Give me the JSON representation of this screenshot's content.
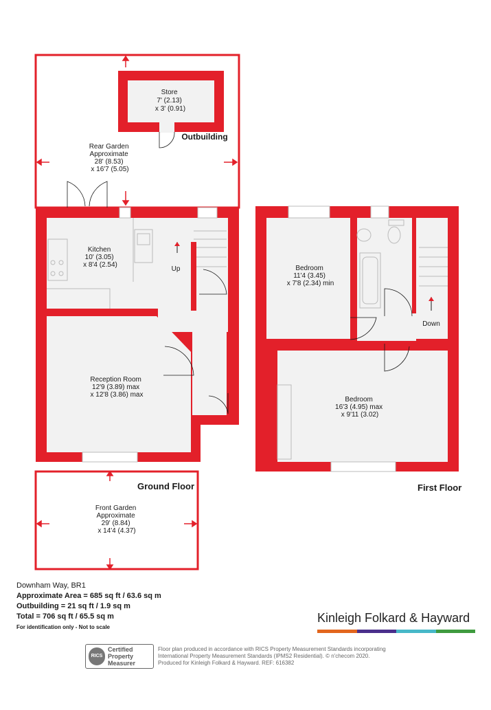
{
  "rooms": {
    "store": [
      "Store",
      "7' (2.13)",
      "x 3' (0.91)"
    ],
    "outbuilding": "Outbuilding",
    "rear_garden": [
      "Rear Garden",
      "Approximate",
      "28' (8.53)",
      "x 16'7 (5.05)"
    ],
    "kitchen": [
      "Kitchen",
      "10' (3.05)",
      "x 8'4 (2.54)"
    ],
    "up": "Up",
    "reception": [
      "Reception Room",
      "12'9 (3.89) max",
      "x 12'8 (3.86) max"
    ],
    "front_garden": [
      "Front Garden",
      "Approximate",
      "29' (8.84)",
      "x 14'4 (4.37)"
    ],
    "bedroom1": [
      "Bedroom",
      "11'4 (3.45)",
      "x 7'8 (2.34) min"
    ],
    "down": "Down",
    "bedroom2": [
      "Bedroom",
      "16'3 (4.95) max",
      "x 9'11 (3.02)"
    ]
  },
  "floors": {
    "ground": "Ground Floor",
    "first": "First Floor"
  },
  "info": {
    "address": "Downham Way, BR1",
    "area": "Approximate Area = 685 sq ft / 63.6 sq m",
    "outbuilding": "Outbuilding = 21 sq ft / 1.9 sq m",
    "total": "Total = 706 sq ft / 65.5 sq m",
    "disclaimer": "For identification only - Not to scale"
  },
  "brand": {
    "name": "Kinleigh Folkard & Hayward",
    "bar_colors": [
      "#e2661d",
      "#4a2f8c",
      "#47b8c8",
      "#3f9b3f"
    ]
  },
  "rics": {
    "logo": "RICS",
    "line1": "Certified",
    "line2": "Property",
    "line3": "Measurer"
  },
  "legal": {
    "line1": "Floor plan produced in accordance with RICS Property Measurement Standards incorporating",
    "line2": "International Property Measurement Standards (IPMS2 Residential).  © n'checom 2020.",
    "line3": "Produced for Kinleigh Folkard & Hayward.   REF: 616382"
  },
  "colors": {
    "wall": "#e3202a",
    "floor": "#f2f2f2"
  }
}
